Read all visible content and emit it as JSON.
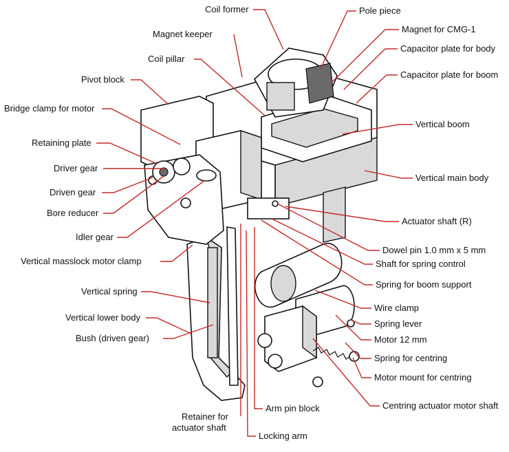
{
  "colors": {
    "leader": "#c62828",
    "ink": "#111111",
    "shade": "#d9d9d9"
  },
  "labels": {
    "coil_former": "Coil former",
    "pole_piece": "Pole piece",
    "magnet_keeper": "Magnet keeper",
    "magnet_cmg1": "Magnet for CMG-1",
    "coil_pillar": "Coil pillar",
    "cap_plate_body": "Capacitor plate for body",
    "pivot_block": "Pivot block",
    "cap_plate_boom": "Capacitor plate for boom",
    "bridge_clamp": "Bridge clamp for motor",
    "vertical_boom": "Vertical boom",
    "retaining_plate": "Retaining plate",
    "driver_gear": "Driver gear",
    "vertical_main_body": "Vertical main body",
    "driven_gear": "Driven gear",
    "bore_reducer": "Bore reducer",
    "actuator_shaft_r": "Actuator shaft (R)",
    "idler_gear": "Idler gear",
    "dowel_pin": "Dowel pin 1.0 mm x 5 mm",
    "masslock_clamp": "Vertical masslock motor clamp",
    "shaft_spring_control": "Shaft for spring control",
    "spring_boom_support": "Spring for boom support",
    "vertical_spring": "Vertical spring",
    "wire_clamp": "Wire clamp",
    "vertical_lower_body": "Vertical lower body",
    "spring_lever": "Spring lever",
    "bush_driven_gear": "Bush (driven gear)",
    "motor_12mm": "Motor 12 mm",
    "spring_centring": "Spring for centring",
    "motor_mount_centring": "Motor mount for centring",
    "centring_motor_shaft": "Centring actuator motor shaft",
    "arm_pin_block": "Arm pin block",
    "retainer_line1": "Retainer for",
    "retainer_line2": "actuator shaft",
    "locking_arm": "Locking arm"
  }
}
